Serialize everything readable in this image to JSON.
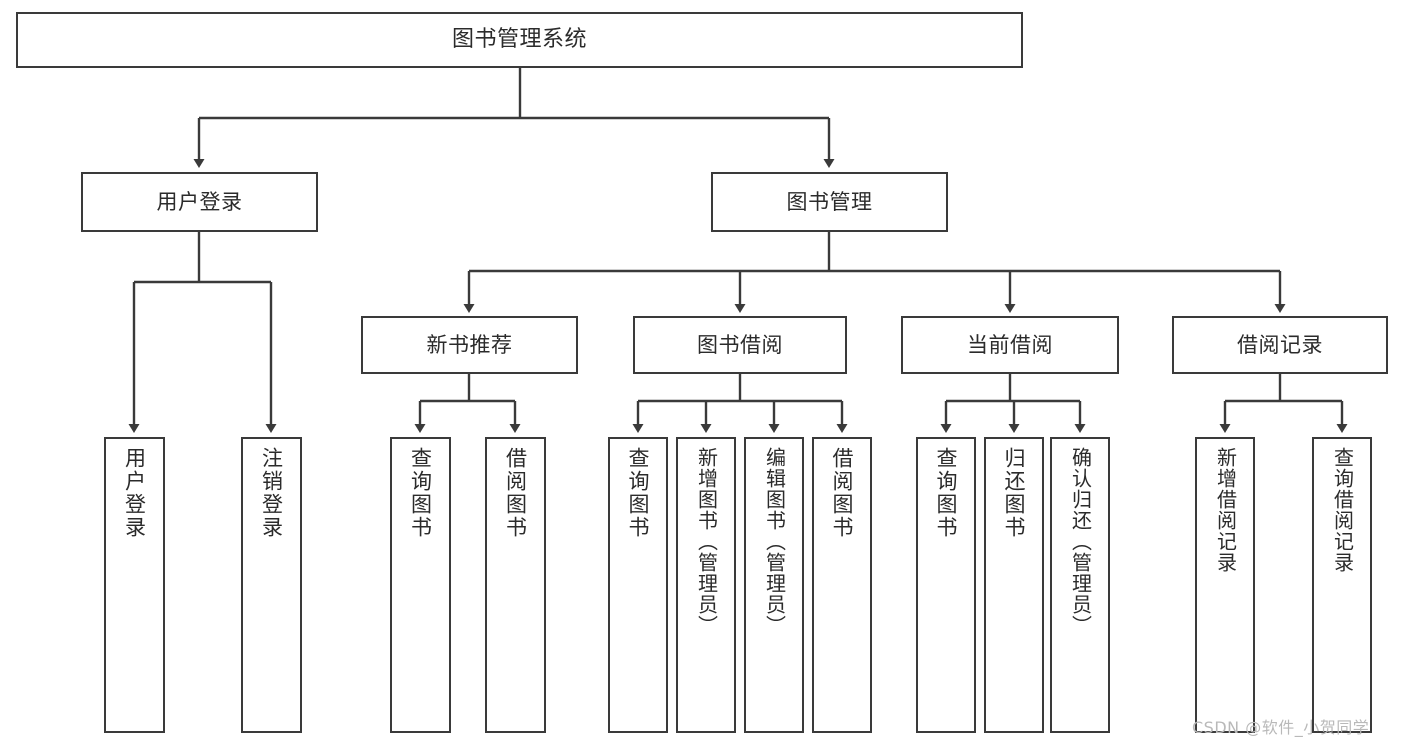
{
  "diagram": {
    "title": "图书管理系统",
    "type": "tree-hierarchy-chart",
    "watermark": "CSDN @软件_小贺同学",
    "colors": {
      "node_border": "#3a3a3a",
      "node_fill": "#ffffff",
      "edge": "#3a3a3a",
      "text": "#2b2b2b",
      "watermark": "#b9b9b9",
      "background": "#ffffff"
    },
    "nodes": {
      "root": {
        "label": "图书管理系统"
      },
      "level1": [
        {
          "label": "用户登录"
        },
        {
          "label": "图书管理"
        }
      ],
      "level2": [
        {
          "label": "新书推荐"
        },
        {
          "label": "图书借阅"
        },
        {
          "label": "当前借阅"
        },
        {
          "label": "借阅记录"
        }
      ],
      "leaves": {
        "user_login": [
          {
            "label": "用户登录"
          },
          {
            "label": "注销登录"
          }
        ],
        "new_book_recommend": [
          {
            "label": "查询图书"
          },
          {
            "label": "借阅图书"
          }
        ],
        "book_borrow": [
          {
            "label": "查询图书"
          },
          {
            "label": "新增图书（管理员）"
          },
          {
            "label": "编辑图书（管理员）"
          },
          {
            "label": "借阅图书"
          }
        ],
        "current_borrow": [
          {
            "label": "查询图书"
          },
          {
            "label": "归还图书"
          },
          {
            "label": "确认归还（管理员）"
          }
        ],
        "borrow_record": [
          {
            "label": "新增借阅记录"
          },
          {
            "label": "查询借阅记录"
          }
        ]
      }
    }
  }
}
